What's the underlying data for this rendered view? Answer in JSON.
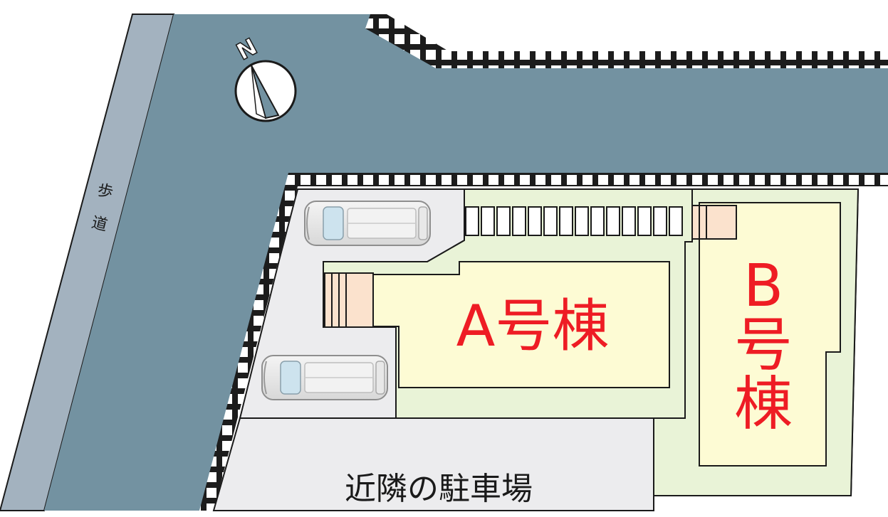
{
  "map": {
    "compass_label": "N",
    "sidewalk_label": [
      "歩",
      "道"
    ],
    "building_a_label": "A号棟",
    "building_b_label": [
      "B",
      "号",
      "棟"
    ],
    "neighbor_parking_label": "近隣の駐車場"
  },
  "colors": {
    "road": "#7392a1",
    "sidewalk": "#a3b2bf",
    "lot_green": "#e9f3d7",
    "parking_gray": "#ececee",
    "building_fill": "#fdfbd4",
    "entrance_fill": "#fbe2cd",
    "building_text": "#ee1c24",
    "outline": "#1a1a1a"
  }
}
